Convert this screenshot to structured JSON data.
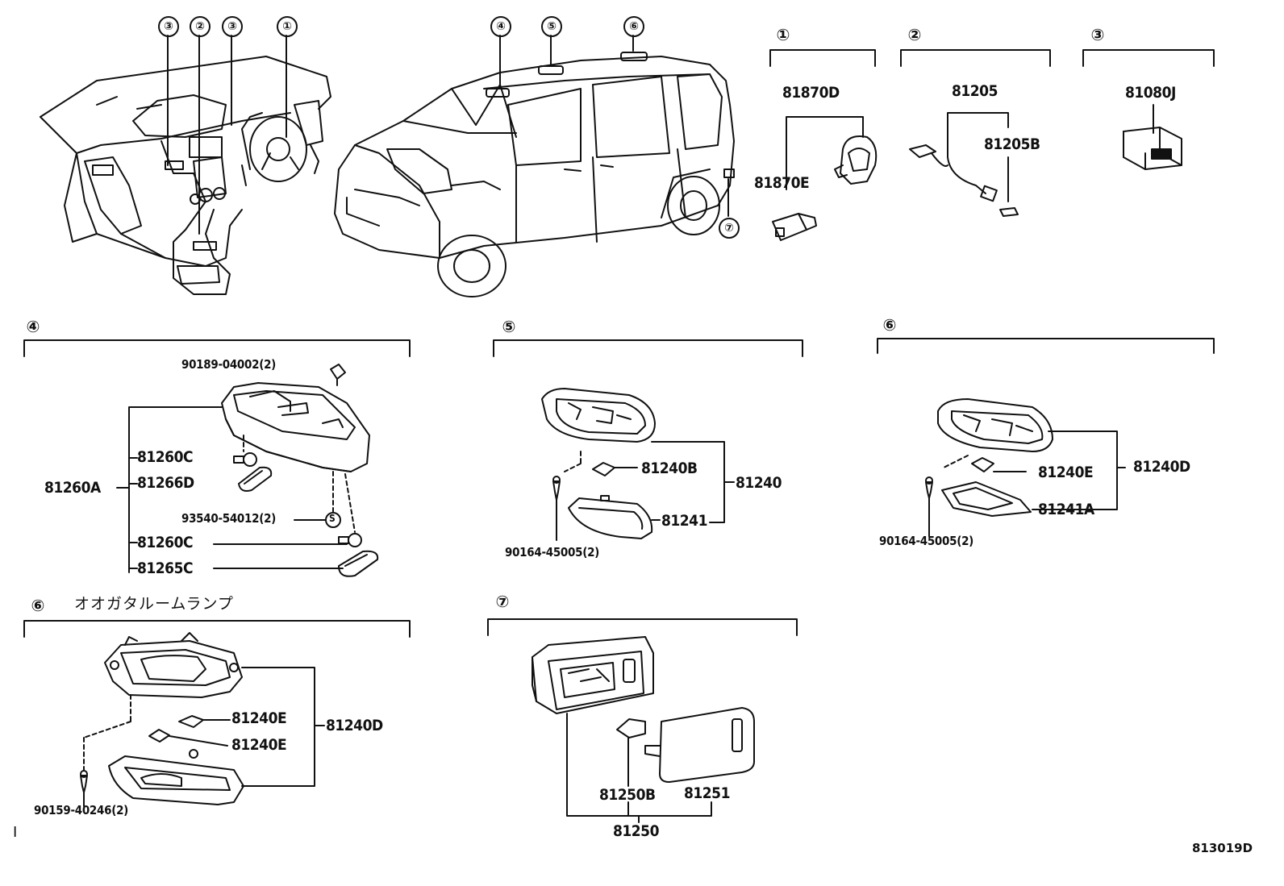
{
  "refs": {
    "r1": "①",
    "r2": "②",
    "r3": "③",
    "r4": "④",
    "r5": "⑤",
    "r6": "⑥",
    "r7": "⑦"
  },
  "top_labels": {
    "p81870D": "81870D",
    "p81870E": "81870E",
    "p81205": "81205",
    "p81205B": "81205B",
    "p81080J": "81080J"
  },
  "section4": {
    "bolt": "90189-04002(2)",
    "bulb_a": "81260C",
    "lens_a": "81266D",
    "assy": "81260A",
    "socket": "93540-54012(2)",
    "bulb_b": "81260C",
    "lens_b": "81265C",
    "s_mark": "S"
  },
  "section5": {
    "bulb": "81240B",
    "assy": "81240",
    "lens": "81241",
    "screw": "90164-45005(2)"
  },
  "section6a": {
    "bulb": "81240E",
    "assy": "81240D",
    "lens": "81241A",
    "screw": "90164-45005(2)"
  },
  "section6b": {
    "title": "オオガタルームランプ",
    "bulb_a": "81240E",
    "bulb_b": "81240E",
    "assy": "81240D",
    "screw": "90159-40246(2)"
  },
  "section7": {
    "bulb": "81250B",
    "lens": "81251",
    "assy": "81250"
  },
  "footer": {
    "left_mark": "I",
    "diagram_id": "813019D"
  }
}
